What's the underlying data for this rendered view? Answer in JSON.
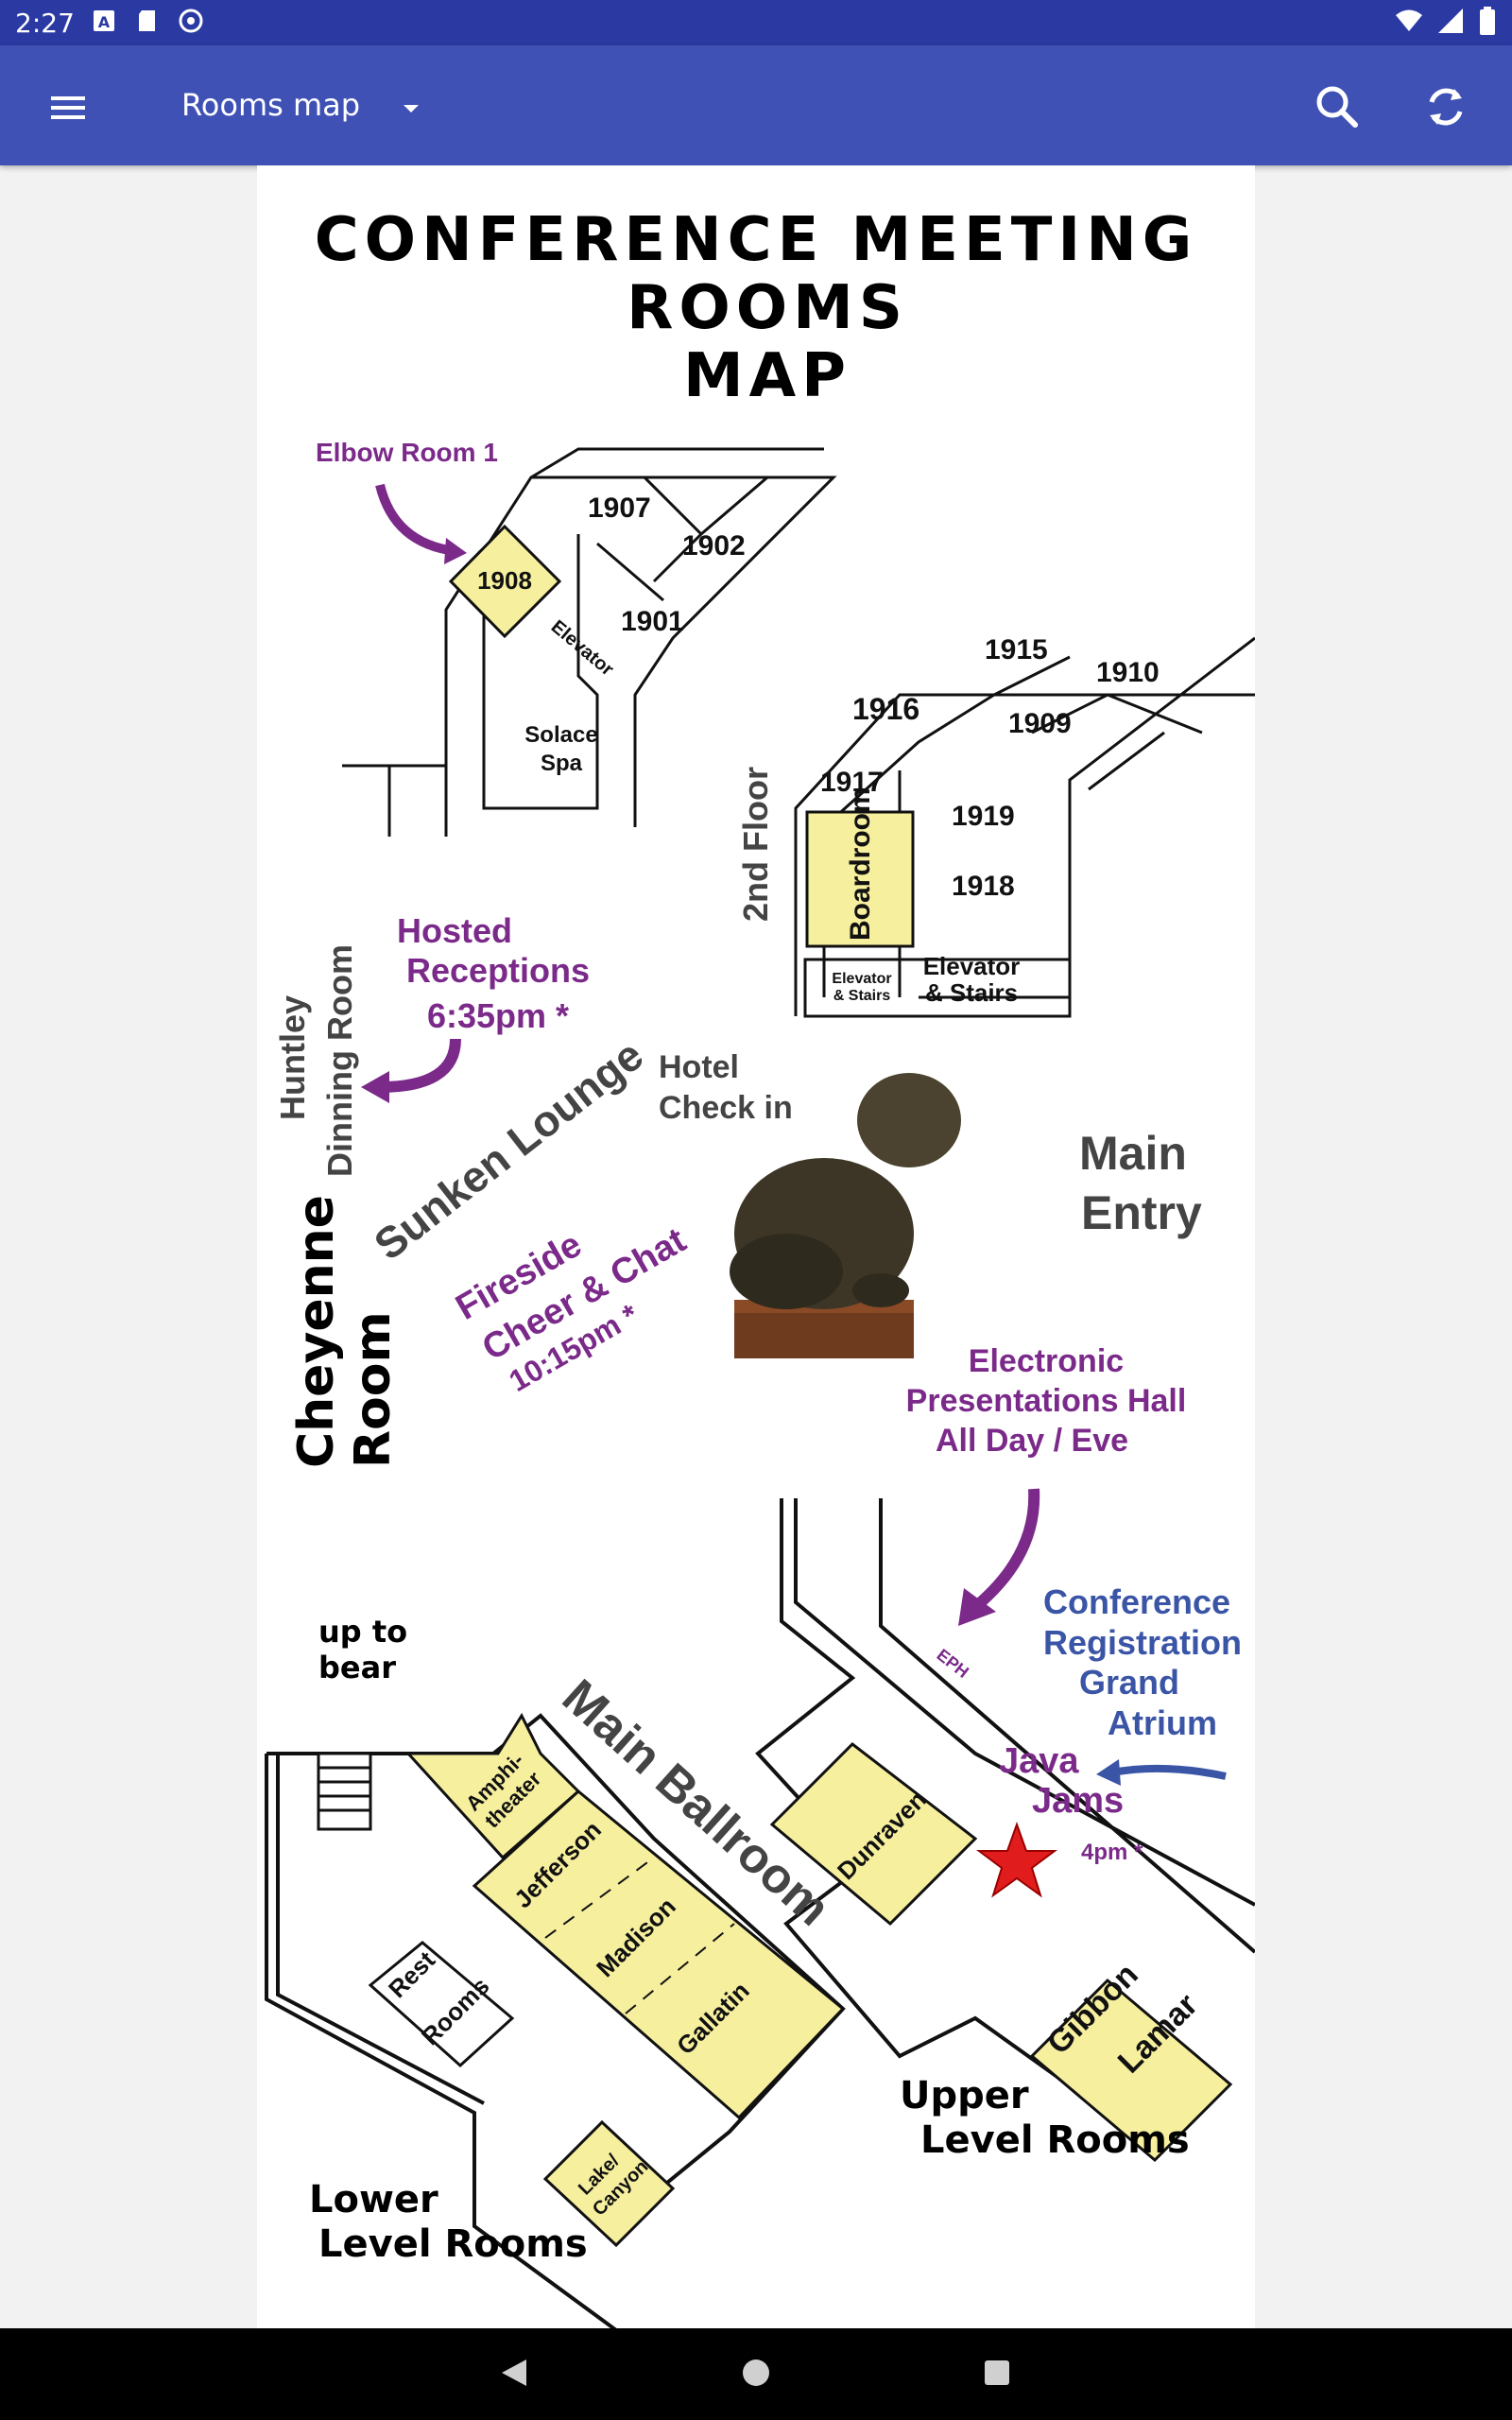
{
  "status_bar": {
    "time": "2:27"
  },
  "app_bar": {
    "title": "Rooms map"
  },
  "map": {
    "title_lines": [
      "CONFERENCE MEETING",
      "ROOMS",
      "MAP"
    ],
    "elbow_room": "Elbow Room 1",
    "rooms_2nd": [
      "1907",
      "1908",
      "1902",
      "1901",
      "1915",
      "1910",
      "1916",
      "1909",
      "1917",
      "1919",
      "1918"
    ],
    "elevator": "Elevator",
    "solace_spa": [
      "Solace",
      "Spa"
    ],
    "second_floor": "2nd Floor",
    "boardroom": "Boardroom",
    "elevator_stairs_small": [
      "Elevator",
      "& Stairs"
    ],
    "elevator_stairs": [
      "Elevator",
      "& Stairs"
    ],
    "hosted_receptions": [
      "Hosted",
      "Receptions",
      "6:35pm *"
    ],
    "huntley": [
      "Huntley",
      "Dinning Room"
    ],
    "hotel_checkin": [
      "Hotel",
      "Check in"
    ],
    "sunken_lounge": "Sunken Lounge",
    "fireside": [
      "Fireside",
      "Cheer & Chat",
      "10:15pm *"
    ],
    "main_entry": [
      "Main",
      "Entry"
    ],
    "cheyenne": [
      "Cheyenne",
      "Room"
    ],
    "electronic_presentations": [
      "Electronic",
      "Presentations Hall",
      "All Day / Eve"
    ],
    "up_to_bear": [
      "up to",
      "bear"
    ],
    "conference_registration": [
      "Conference",
      "Registration",
      "Grand",
      "Atrium"
    ],
    "eph": "EPH",
    "main_ballroom": "Main Ballroom",
    "java_jams": [
      "Java",
      "Jams",
      "4pm *"
    ],
    "amphitheater": [
      "Amphi-",
      "theater"
    ],
    "jefferson": "Jefferson",
    "madison": "Madison",
    "gallatin": "Gallatin",
    "dunraven": "Dunraven",
    "rest_rooms": [
      "Rest",
      "Rooms"
    ],
    "gibbon": "Gibbon",
    "lamar": "Lamar",
    "lake_canyon": [
      "Lake/",
      "Canyon"
    ],
    "upper_level": [
      "Upper",
      "Level Rooms"
    ],
    "lower_level": [
      "Lower",
      "Level Rooms"
    ]
  },
  "colors": {
    "status_bar": "#2b3aa3",
    "app_bar": "#3f51b5",
    "room_highlight": "#f6ef9e",
    "purple_text": "#7b2a8a",
    "blue_text": "#3b55a6"
  },
  "icons": [
    "menu-icon",
    "dropdown-icon",
    "search-icon",
    "refresh-icon",
    "wifi-icon",
    "signal-icon",
    "battery-icon",
    "back-icon",
    "home-icon",
    "recents-icon"
  ]
}
